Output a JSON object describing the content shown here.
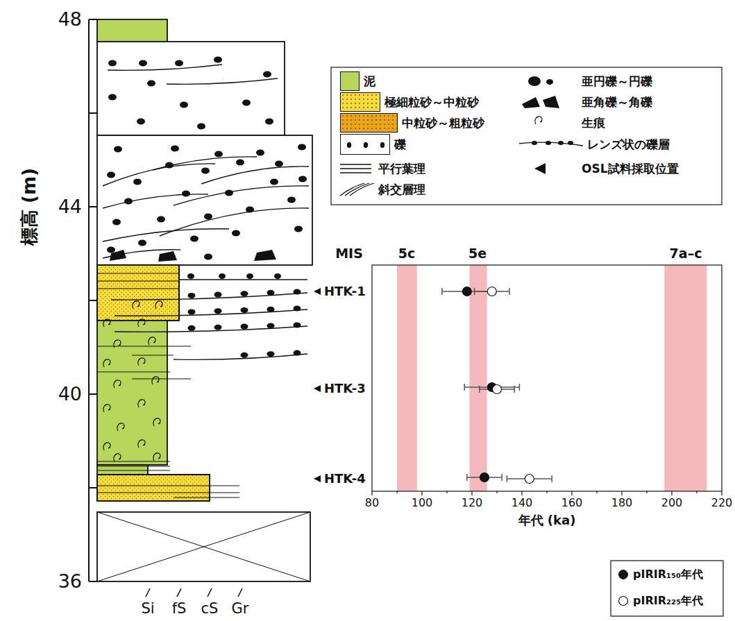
{
  "diagram": {
    "labels": [
      "48",
      "44",
      "40",
      "36",
      "標高 (m)",
      "Si",
      "fS",
      "cS",
      "Gr",
      "HTK-1",
      "HTK-3",
      "HTK-4",
      "MIS",
      "5c",
      "5e",
      "7a–c",
      "80",
      "100",
      "120",
      "140",
      "160",
      "180",
      "200",
      "220",
      "年代 (ka)"
    ],
    "legend": [
      {
        "text": "泥",
        "color": "#b8d65c"
      },
      {
        "text": "極細粒砂～中粒砂",
        "color": "#f8dc3c"
      },
      {
        "text": "中粒砂～粗粒砂",
        "color": "#eba41f"
      },
      {
        "text": "礫",
        "color": "#ffffff"
      },
      {
        "text": "平行葉理"
      },
      {
        "text": "斜交層理"
      },
      {
        "text": "亜円礫～円礫"
      },
      {
        "text": "亜角礫～角礫"
      },
      {
        "text": "生痕"
      },
      {
        "text": "レンズ状の礫層"
      },
      {
        "text": "OSL試料採取位置"
      },
      {
        "text": "pIRIR₁₅₀年代"
      },
      {
        "text": "pIRIR₂₂₅年代"
      }
    ]
  }
}
